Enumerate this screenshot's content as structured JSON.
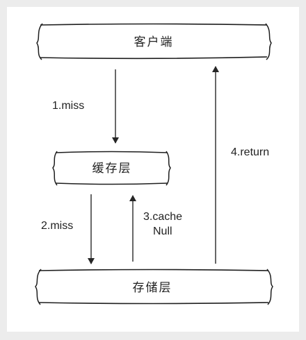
{
  "nodes": {
    "client": {
      "label": "客户端"
    },
    "cache": {
      "label": "缓存层"
    },
    "storage": {
      "label": "存储层"
    }
  },
  "edges": {
    "client_to_cache": {
      "label": "1.miss"
    },
    "cache_to_storage": {
      "label": "2.miss"
    },
    "storage_to_cache": {
      "label_line1": "3.cache",
      "label_line2": "Null"
    },
    "storage_to_client": {
      "label": "4.return"
    }
  },
  "colors": {
    "stroke": "#1e1e1e",
    "background": "#ececec",
    "panel": "#ffffff"
  }
}
